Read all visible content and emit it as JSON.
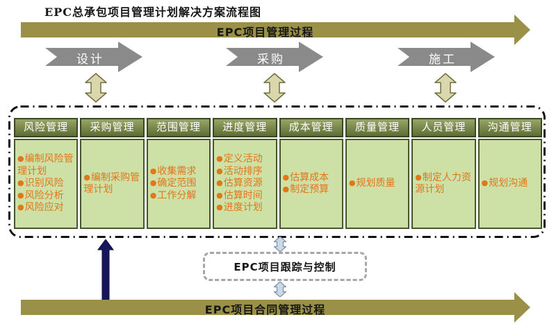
{
  "page": {
    "title": "EPC总承包项目管理计划解决方案流程图"
  },
  "top_arrow": {
    "label": "EPC项目管理过程"
  },
  "phase_arrows": [
    {
      "label": "设计"
    },
    {
      "label": "采购"
    },
    {
      "label": "施工"
    }
  ],
  "management_columns": [
    {
      "header": "风险管理",
      "items": [
        "编制风险管理计划",
        "识别风险",
        "风险分析",
        "风险应对"
      ]
    },
    {
      "header": "采购管理",
      "items": [
        "编制采购管理计划"
      ]
    },
    {
      "header": "范围管理",
      "items": [
        "收集需求",
        "确定范围",
        "工作分解"
      ]
    },
    {
      "header": "进度管理",
      "items": [
        "定义活动",
        "活动排序",
        "估算资源",
        "估算时间",
        "进度计划"
      ]
    },
    {
      "header": "成本管理",
      "items": [
        "估算成本",
        "制定预算"
      ]
    },
    {
      "header": "质量管理",
      "items": [
        "规划质量"
      ]
    },
    {
      "header": "人员管理",
      "items": [
        "制定人力资源计划"
      ]
    },
    {
      "header": "沟通管理",
      "items": [
        "规划沟通"
      ]
    }
  ],
  "tracking_box": {
    "label": "EPC项目跟踪与控制"
  },
  "bottom_arrow": {
    "label": "EPC项目合同管理过程"
  },
  "colors": {
    "process_arrow_olive": "#9A9048",
    "phase_arrow_gray": "#8A8A8A",
    "column_header_green": "#5C6D34",
    "column_body_green": "#CDE0A6",
    "column_border_green": "#47562B",
    "bullet_orange": "#E2761A",
    "feedback_arrow_navy": "#16165C",
    "updown_arrow_khaki": "#DBD7AC",
    "updown_arrow_blue": "#CBD8E8",
    "dashed_container_black": "#111111",
    "tracking_border_gray": "#A6A6A6"
  }
}
